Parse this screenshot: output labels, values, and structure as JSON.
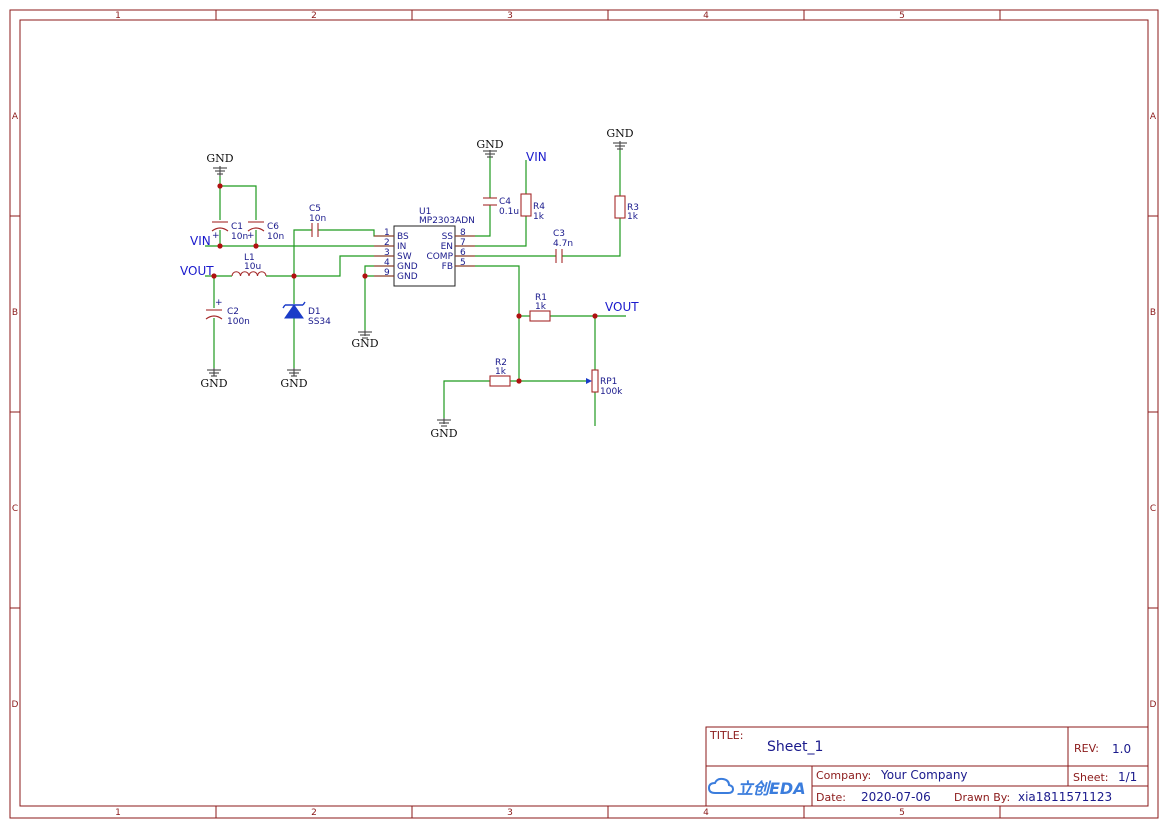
{
  "zones": {
    "columns": [
      "1",
      "2",
      "3",
      "4",
      "5"
    ],
    "rows": [
      "A",
      "B",
      "C",
      "D"
    ]
  },
  "nets": {
    "gnd": "GND",
    "vin": "VIN",
    "vout": "VOUT"
  },
  "components": {
    "u1": {
      "ref": "U1",
      "value": "MP2303ADN",
      "left_pins": [
        {
          "num": "1",
          "name": "BS"
        },
        {
          "num": "2",
          "name": "IN"
        },
        {
          "num": "3",
          "name": "SW"
        },
        {
          "num": "4",
          "name": "GND"
        },
        {
          "num": "9",
          "name": "GND"
        }
      ],
      "right_pins": [
        {
          "num": "8",
          "name": "SS"
        },
        {
          "num": "7",
          "name": "EN"
        },
        {
          "num": "6",
          "name": "COMP"
        },
        {
          "num": "5",
          "name": "FB"
        }
      ]
    },
    "c1": {
      "ref": "C1",
      "value": "10n"
    },
    "c6": {
      "ref": "C6",
      "value": "10n"
    },
    "c5": {
      "ref": "C5",
      "value": "10n"
    },
    "c2": {
      "ref": "C2",
      "value": "100n"
    },
    "c4": {
      "ref": "C4",
      "value": "0.1u"
    },
    "c3": {
      "ref": "C3",
      "value": "4.7n"
    },
    "l1": {
      "ref": "L1",
      "value": "10u"
    },
    "d1": {
      "ref": "D1",
      "value": "SS34"
    },
    "r1": {
      "ref": "R1",
      "value": "1k"
    },
    "r2": {
      "ref": "R2",
      "value": "1k"
    },
    "r3": {
      "ref": "R3",
      "value": "1k"
    },
    "r4": {
      "ref": "R4",
      "value": "1k"
    },
    "rp1": {
      "ref": "RP1",
      "value": "100k"
    },
    "plus": "+"
  },
  "title_block": {
    "title_label": "TITLE:",
    "title": "Sheet_1",
    "rev_label": "REV:",
    "rev": "1.0",
    "company_label": "Company:",
    "company": "Your Company",
    "sheet_label": "Sheet:",
    "sheet": "1/1",
    "date_label": "Date:",
    "date": "2020-07-06",
    "drawn_label": "Drawn By:",
    "drawn_by": "xia1811571123",
    "logo_text": "立创EDA",
    "logo_color": "#3b7ddd"
  }
}
